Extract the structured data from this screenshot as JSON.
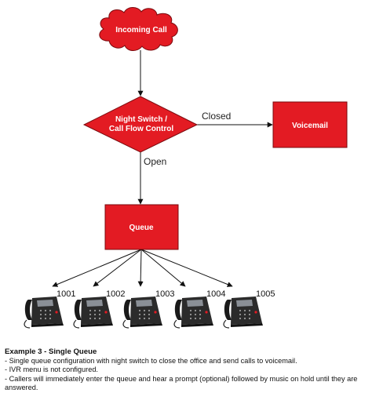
{
  "colors": {
    "node_fill": "#e31b23",
    "node_stroke": "#7a0a0e",
    "edge": "#111111"
  },
  "nodes": {
    "incoming_call": "Incoming Call",
    "night_switch_line1": "Night Switch /",
    "night_switch_line2": "Call Flow Control",
    "voicemail": "Voicemail",
    "queue": "Queue"
  },
  "edges": {
    "closed": "Closed",
    "open": "Open"
  },
  "phones": [
    {
      "ext": "1001",
      "icon": "desk-phone-icon"
    },
    {
      "ext": "1002",
      "icon": "desk-phone-icon"
    },
    {
      "ext": "1003",
      "icon": "desk-phone-icon"
    },
    {
      "ext": "1004",
      "icon": "desk-phone-icon"
    },
    {
      "ext": "1005",
      "icon": "desk-phone-icon"
    }
  ],
  "caption": {
    "title": "Example 3 - Single Queue",
    "lines": [
      "- Single queue configuration with night switch to close the office and send calls to voicemail.",
      "- IVR menu is not configured.",
      "- Callers will immediately enter the queue and hear a prompt (optional) followed by music on hold until they are answered."
    ]
  }
}
